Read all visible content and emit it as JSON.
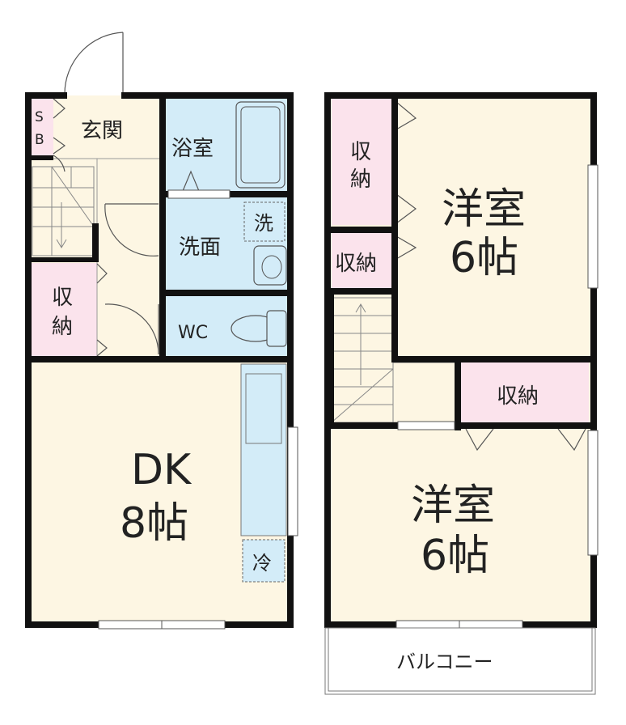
{
  "floor1": {
    "sb_s": "S",
    "sb_b": "B",
    "entrance": "玄関",
    "bath": "浴室",
    "washroom": "洗面",
    "washer": "洗",
    "wc": "WC",
    "storage_v1": "収",
    "storage_v2": "納",
    "dk_line1": "DK",
    "dk_line2": "8帖",
    "fridge": "冷"
  },
  "floor2": {
    "storage_top_v1": "収",
    "storage_top_v2": "納",
    "storage_mid": "収納",
    "storage_right": "収納",
    "room_upper_line1": "洋室",
    "room_upper_line2": "6帖",
    "room_lower_line1": "洋室",
    "room_lower_line2": "6帖",
    "balcony": "バルコニー"
  },
  "colors": {
    "wall": "#111111",
    "floor": "#fdf6e3",
    "wet": "#d3ecf8",
    "storage": "#fbe3ec"
  }
}
